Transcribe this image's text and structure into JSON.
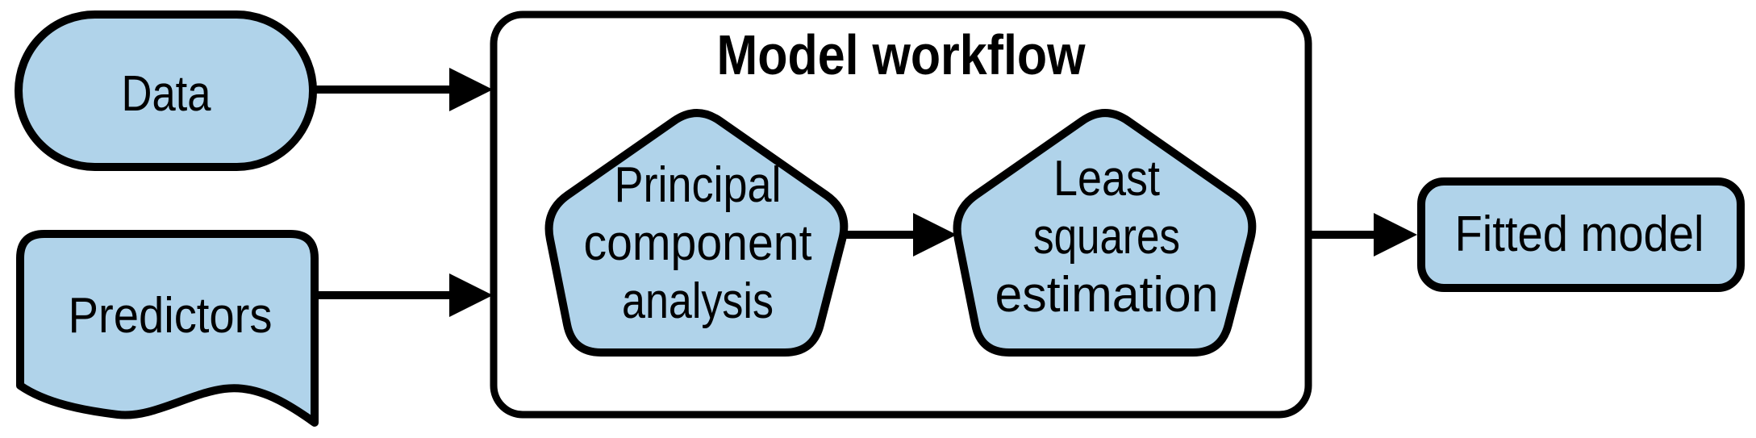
{
  "diagram": {
    "colors": {
      "node_fill": "#b0d3ea",
      "stroke": "#000000",
      "background": "#ffffff"
    },
    "workflow": {
      "title": "Model workflow"
    },
    "nodes": {
      "data": {
        "label": "Data",
        "shape": "stadium"
      },
      "predictors": {
        "label": "Predictors",
        "shape": "document"
      },
      "pca": {
        "shape": "pentagon",
        "lines": [
          "Principal",
          "component",
          "analysis"
        ]
      },
      "lse": {
        "shape": "pentagon",
        "lines": [
          "Least",
          "squares",
          "estimation"
        ]
      },
      "fitted": {
        "label": "Fitted model",
        "shape": "rounded-rectangle"
      }
    },
    "edges": [
      {
        "from": "Data",
        "to": "Model workflow"
      },
      {
        "from": "Predictors",
        "to": "Model workflow"
      },
      {
        "from": "Principal component analysis",
        "to": "Least squares estimation"
      },
      {
        "from": "Model workflow",
        "to": "Fitted model"
      }
    ]
  }
}
